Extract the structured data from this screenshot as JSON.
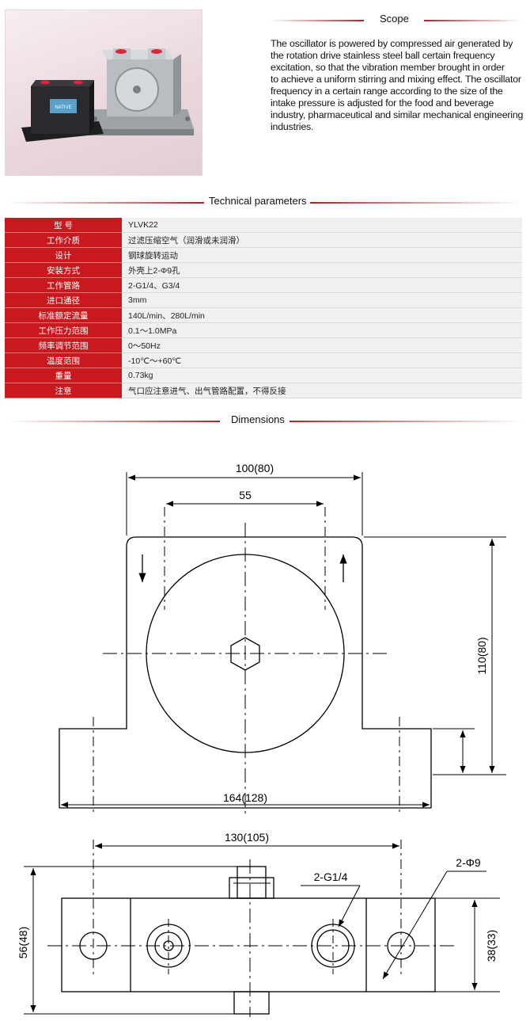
{
  "colors": {
    "accent": "#c8191f",
    "label_text": "#ffffff",
    "value_bg": "#f0f0f0"
  },
  "scope": {
    "title": "Scope",
    "lines": [
      "The oscillator is powered by compressed air generated by",
      "the rotation drive stainless steel ball certain frequency",
      "excitation, so that the vibration member brought in order",
      "to achieve a uniform stirring and mixing effect. The oscillator",
      "frequency in a certain range according to the size of the",
      "intake pressure is adjusted for the food and beverage",
      "industry, pharmaceutical and similar mechanical engineering",
      "industries."
    ]
  },
  "product_photo": {
    "nameplate_text": "NATIVE"
  },
  "technical": {
    "title": "Technical parameters",
    "rows": [
      {
        "label": "型  号",
        "value": "YLVK22"
      },
      {
        "label": "工作介质",
        "value": "过滤压缩空气（润滑或未润滑）"
      },
      {
        "label": "设计",
        "value": "钢球旋转运动"
      },
      {
        "label": "安装方式",
        "value": "外壳上2-Φ9孔"
      },
      {
        "label": "工作管路",
        "value": "2-G1/4、G3/4"
      },
      {
        "label": "进口通径",
        "value": "3mm"
      },
      {
        "label": "标准额定流量",
        "value": "140L/min、280L/min"
      },
      {
        "label": "工作压力范围",
        "value": "0.1～1.0MPa"
      },
      {
        "label": "频率调节范围",
        "value": "0～50Hz"
      },
      {
        "label": "温度范围",
        "value": "-10℃～+60℃"
      },
      {
        "label": "重量",
        "value": "0.73kg"
      },
      {
        "label": "注意",
        "value": "气口应注意进气、出气管路配置，不得反接"
      }
    ]
  },
  "dimensions": {
    "title": "Dimensions",
    "front": {
      "width_top": "100(80)",
      "hole_spacing": "55",
      "height": "110(80)",
      "width_base": "164(128)"
    },
    "top": {
      "length": "130(105)",
      "port_label": "2-G1/4",
      "hole_label": "2-Φ9",
      "height_overall": "56(48)",
      "height_body": "38(33)"
    }
  }
}
